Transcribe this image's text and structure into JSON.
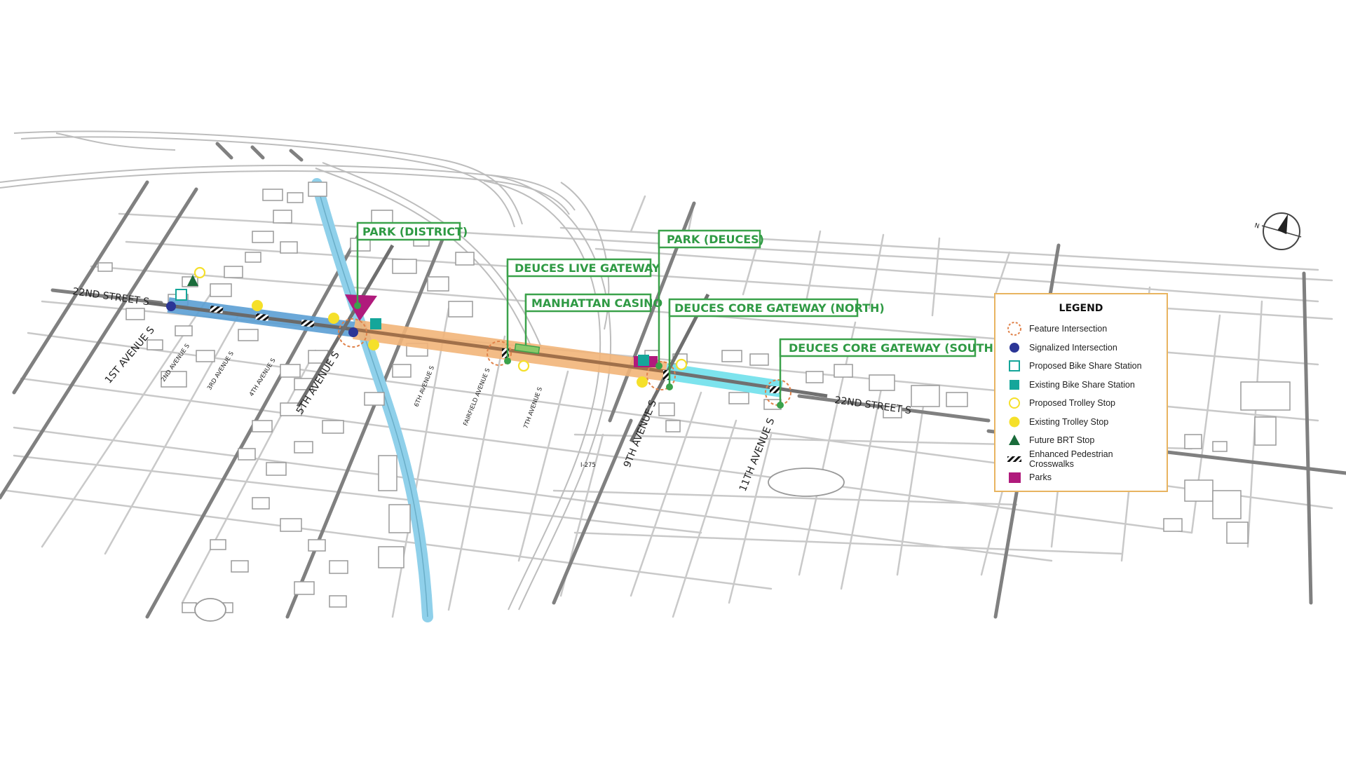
{
  "map": {
    "streets": {
      "s22nd_west": "22ND STREET S",
      "s22nd_east": "22ND STREET S",
      "ave1": "1ST AVENUE S",
      "ave2": "2ND AVENUE S",
      "ave3": "3RD AVENUE S",
      "ave4": "4TH AVENUE S",
      "ave5": "5TH AVENUE S",
      "ave6": "6TH AVENUE S",
      "fairfield": "FAIRFIELD AVENUE S",
      "ave7": "7TH AVENUE S",
      "ave9": "9TH AVENUE S",
      "ave11": "11TH AVENUE S",
      "i275": "I-275"
    },
    "callouts": {
      "park_district": "PARK (DISTRICT)",
      "deuces_live_gateway": "DEUCES LIVE GATEWAY",
      "manhattan_casino": "MANHATTAN CASINO",
      "park_deuces": "PARK (DEUCES)",
      "core_gateway_north": "DEUCES CORE GATEWAY (NORTH)",
      "core_gateway_south": "DEUCES CORE GATEWAY (SOUTH)"
    },
    "compass_label": "N",
    "colors": {
      "segment_west": "#5b9fd4",
      "segment_middle": "#f2b57a",
      "segment_east": "#6fe0ec",
      "highway": "#8fd0ea",
      "callout": "#3ba24b",
      "signalized": "#2b3596",
      "bike_share": "#15a69a",
      "trolley": "#f5e02a",
      "brt": "#1a6b3a",
      "park": "#b01a7c",
      "feature_intersection": "#e0824a"
    }
  },
  "legend": {
    "title": "LEGEND",
    "items": [
      {
        "icon": "feature-intersection-icon",
        "label": "Feature Intersection"
      },
      {
        "icon": "signalized-intersection-icon",
        "label": "Signalized Intersection"
      },
      {
        "icon": "proposed-bike-share-icon",
        "label": "Proposed Bike Share Station"
      },
      {
        "icon": "existing-bike-share-icon",
        "label": "Existing Bike Share Station"
      },
      {
        "icon": "proposed-trolley-icon",
        "label": "Proposed Trolley Stop"
      },
      {
        "icon": "existing-trolley-icon",
        "label": "Existing Trolley Stop"
      },
      {
        "icon": "future-brt-icon",
        "label": "Future BRT Stop"
      },
      {
        "icon": "crosswalk-icon",
        "label": "Enhanced Pedestrian Crosswalks"
      },
      {
        "icon": "parks-icon",
        "label": "Parks"
      }
    ]
  }
}
